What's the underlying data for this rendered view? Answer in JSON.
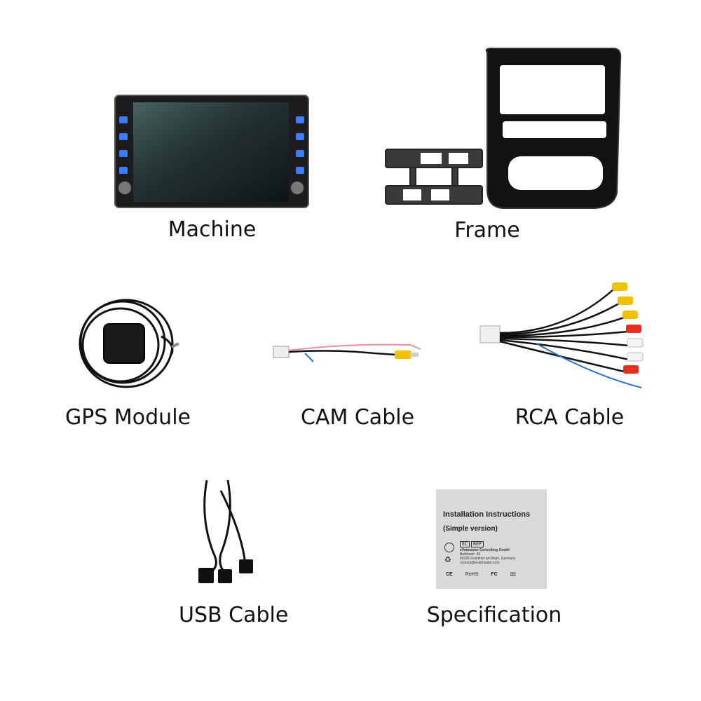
{
  "items": {
    "machine": {
      "label": "Machine"
    },
    "frame": {
      "label": "Frame"
    },
    "gps": {
      "label": "GPS Module"
    },
    "cam": {
      "label": "CAM Cable"
    },
    "rca": {
      "label": "RCA Cable"
    },
    "usb": {
      "label": "USB Cable"
    },
    "spec": {
      "label": "Specification",
      "card": {
        "title": "Installation Instructions",
        "subtitle": "(Simple version)",
        "badge_ec": "EC",
        "badge_rep": "REP",
        "line1": "eVatmaster Consulting GmbH",
        "line2": "Bettinastr. 30",
        "line3": "60325 Frankfurt am Main, Germany",
        "line4": "contact@evatmaster.com",
        "mark_ce": "CE",
        "mark_rohs": "RoHS",
        "mark_fc": "FC"
      }
    }
  },
  "colors": {
    "rca_yellow": "#f2c200",
    "rca_red": "#e53020",
    "rca_white": "#f3f3f3",
    "wire_blue": "#2a6fd6",
    "wire_pink": "#e88fa0"
  }
}
